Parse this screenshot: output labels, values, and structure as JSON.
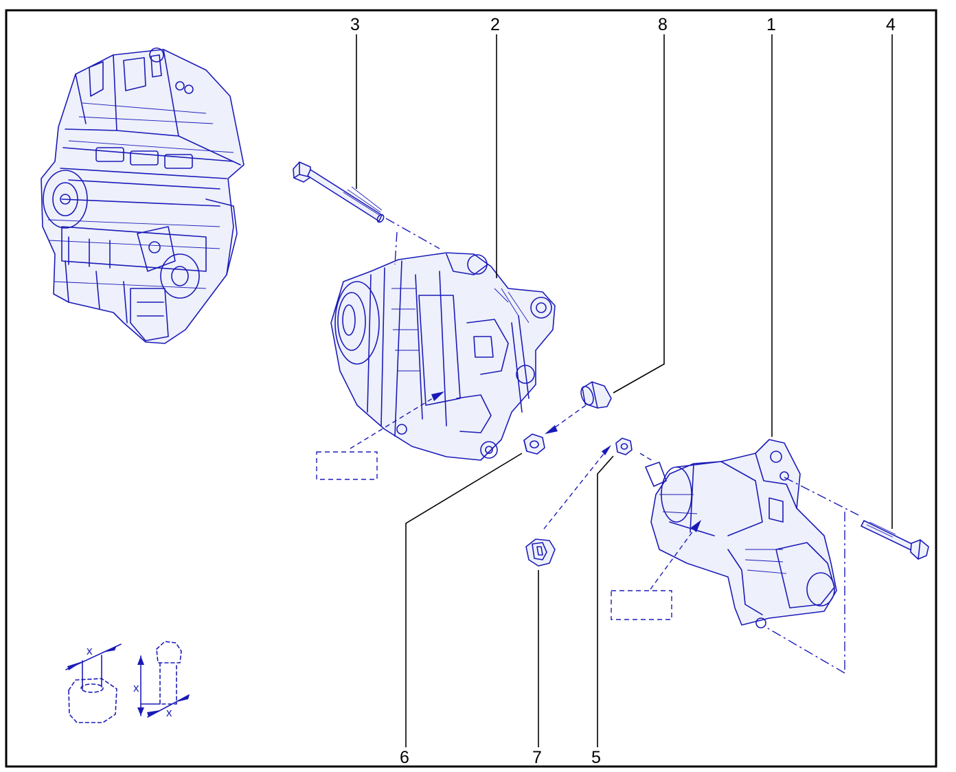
{
  "callouts": {
    "c1": "1",
    "c2": "2",
    "c3": "3",
    "c4": "4",
    "c5": "5",
    "c6": "6",
    "c7": "7",
    "c8": "8"
  },
  "torque_legend": {
    "nut_dim_label": "x",
    "bolt_length_label": "x",
    "bolt_thread_label": "x"
  },
  "colors": {
    "line_art": "#1a1ab8",
    "frame": "#000000",
    "background": "#ffffff"
  }
}
